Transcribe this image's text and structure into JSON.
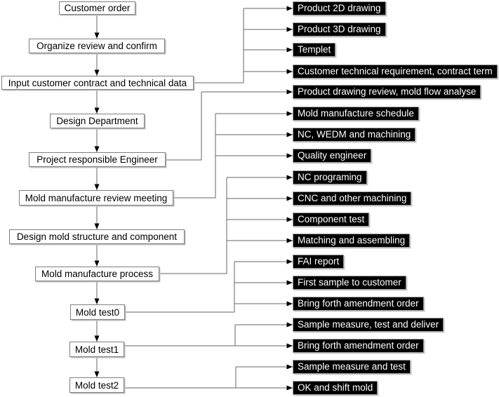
{
  "diagram": {
    "type": "flowchart",
    "background": "#ffffff",
    "colors": {
      "process_box_bg": "#ffffff",
      "process_box_border": "#7f7f7f",
      "process_text": "#000000",
      "output_box_bg": "#000000",
      "output_text": "#ffffff",
      "connector_line": "#666666",
      "arrowhead": "#000000"
    },
    "process_steps": [
      {
        "label": "Customer order"
      },
      {
        "label": "Organize review and confirm"
      },
      {
        "label": "Input customer contract and technical data"
      },
      {
        "label": "Design Department"
      },
      {
        "label": "Project responsible Engineer"
      },
      {
        "label": "Mold manufacture review meeting"
      },
      {
        "label": "Design mold structure and component"
      },
      {
        "label": "Mold manufacture process"
      },
      {
        "label": "Mold test0"
      },
      {
        "label": "Mold test1"
      },
      {
        "label": "Mold test2"
      }
    ],
    "outputs": [
      {
        "label": "Product 2D drawing"
      },
      {
        "label": "Product 3D drawing"
      },
      {
        "label": "Templet"
      },
      {
        "label": "Customer technical requirement, contract term"
      },
      {
        "label": "Product drawing review, mold flow analyse"
      },
      {
        "label": "Mold manufacture schedule"
      },
      {
        "label": "NC, WEDM and machining"
      },
      {
        "label": "Quality engineer"
      },
      {
        "label": "NC programing"
      },
      {
        "label": "CNC and other machining"
      },
      {
        "label": "Component test"
      },
      {
        "label": "Matching and assembling"
      },
      {
        "label": "FAI report"
      },
      {
        "label": "First sample to customer"
      },
      {
        "label": "Bring forth amendment order"
      },
      {
        "label": "Sample measure, test and deliver"
      },
      {
        "label": "Bring forth amendment order"
      },
      {
        "label": "Sample measure and test"
      },
      {
        "label": "OK and shift mold"
      }
    ],
    "main_flow_order": [
      "Customer order",
      "Organize review and confirm",
      "Input customer contract and technical data",
      "Design Department",
      "Project responsible Engineer",
      "Mold manufacture review meeting",
      "Design mold structure and component",
      "Mold manufacture process",
      "Mold test0",
      "Mold test1",
      "Mold test2"
    ],
    "output_links": [
      {
        "from": "Input customer contract and technical data",
        "to": [
          "Product 2D drawing",
          "Product 3D drawing",
          "Templet",
          "Customer technical requirement, contract term"
        ]
      },
      {
        "from": "Project responsible Engineer",
        "to": [
          "Product drawing review, mold flow analyse"
        ]
      },
      {
        "from": "Mold manufacture review meeting",
        "to": [
          "Mold manufacture schedule",
          "NC, WEDM and machining",
          "Quality engineer"
        ]
      },
      {
        "from": "Mold manufacture process",
        "to": [
          "NC programing",
          "CNC and other machining",
          "Component test",
          "Matching and assembling"
        ]
      },
      {
        "from": "Mold test0",
        "to": [
          "FAI report",
          "First sample to customer",
          "Bring forth amendment order"
        ]
      },
      {
        "from": "Mold test1",
        "to": [
          "Sample measure, test and deliver",
          "Bring forth amendment order"
        ]
      },
      {
        "from": "Mold test2",
        "to": [
          "Sample measure and test",
          "OK and shift mold"
        ]
      }
    ]
  }
}
